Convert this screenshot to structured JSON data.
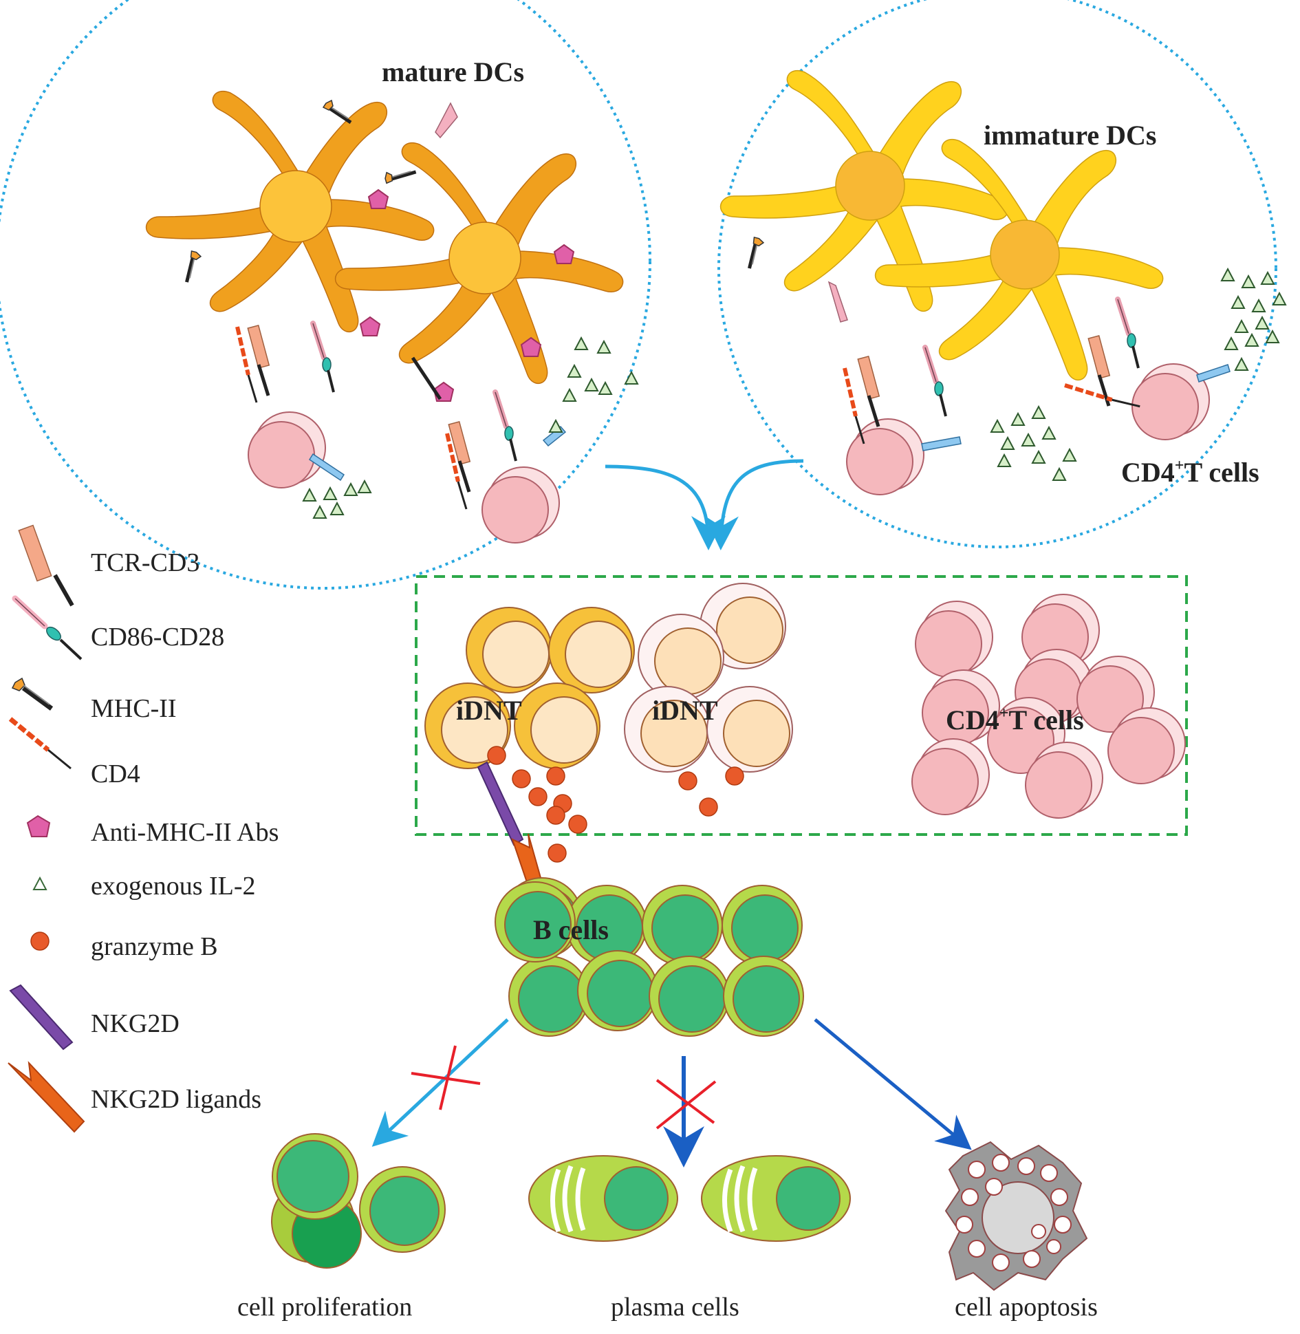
{
  "labels": {
    "mature_dcs": "mature DCs",
    "immature_dcs": "immature DCs",
    "cd4_t_cells_top": "CD4",
    "cd4_t_cells_top_sup": "+",
    "cd4_t_cells_top_rest": "T cells",
    "idnt_left": "iDNT",
    "idnt_right": "iDNT",
    "cd4_t_cells_box": "CD4",
    "cd4_t_cells_box_sup": "+",
    "cd4_t_cells_box_rest": "T cells",
    "b_cells": "B cells",
    "cell_proliferation": "cell proliferation",
    "plasma_cells": "plasma cells",
    "cell_apoptosis": "cell apoptosis"
  },
  "legend": [
    {
      "icon": "tcr-cd3-icon",
      "label": "TCR-CD3"
    },
    {
      "icon": "cd86-cd28-icon",
      "label": "CD86-CD28"
    },
    {
      "icon": "mhc-ii-icon",
      "label": "MHC-II"
    },
    {
      "icon": "cd4-icon",
      "label": "CD4"
    },
    {
      "icon": "anti-mhc-ii-abs-icon",
      "label": "Anti-MHC-II Abs"
    },
    {
      "icon": "exogenous-il2-icon",
      "label": "exogenous IL-2"
    },
    {
      "icon": "granzyme-b-icon",
      "label": "granzyme B"
    },
    {
      "icon": "nkg2d-icon",
      "label": "NKG2D"
    },
    {
      "icon": "nkg2d-ligands-icon",
      "label": "NKG2D ligands"
    }
  ],
  "colors": {
    "mature_dc": "#f0a01e",
    "immature_dc": "#ffd21e",
    "t_cell": "#f5b8bd",
    "b_cell_outer": "#b5d94a",
    "b_cell_inner": "#3cb878",
    "granzyme": "#e85a2a",
    "circle_border": "#29a8e0",
    "box_border": "#2ca84a",
    "arrow_light": "#29a8e0",
    "arrow_dark": "#1a5fc4",
    "cross": "#e8202a"
  }
}
